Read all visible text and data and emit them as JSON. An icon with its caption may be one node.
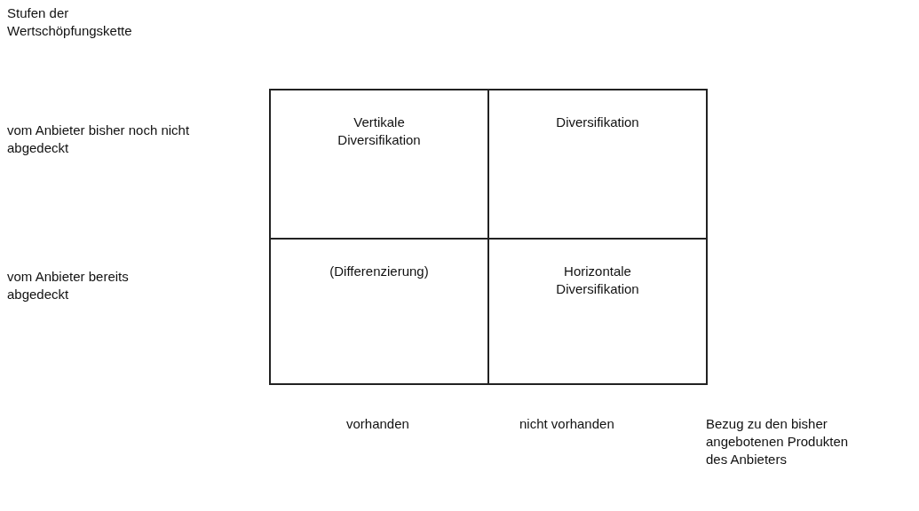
{
  "diagram": {
    "nodes": [
      {
        "text": [
          "Vertikale Diversifikation"
        ]
      },
      {
        "text": [
          "Diversifikation"
        ]
      },
      {
        "text": [
          "(Differenzierung)"
        ]
      },
      {
        "text": [
          "Horizontale Diversifikation"
        ]
      }
    ],
    "labels": [
      "Stufen der Wertschöpfungskette",
      "vom Anbieter bisher noch nicht abgedeckt",
      "vom Anbieter bereits abgedeckt",
      "vorhanden",
      "nicht vorhanden",
      "Bezug zu den bisher angebotenen Produkten des Anbieters"
    ]
  }
}
